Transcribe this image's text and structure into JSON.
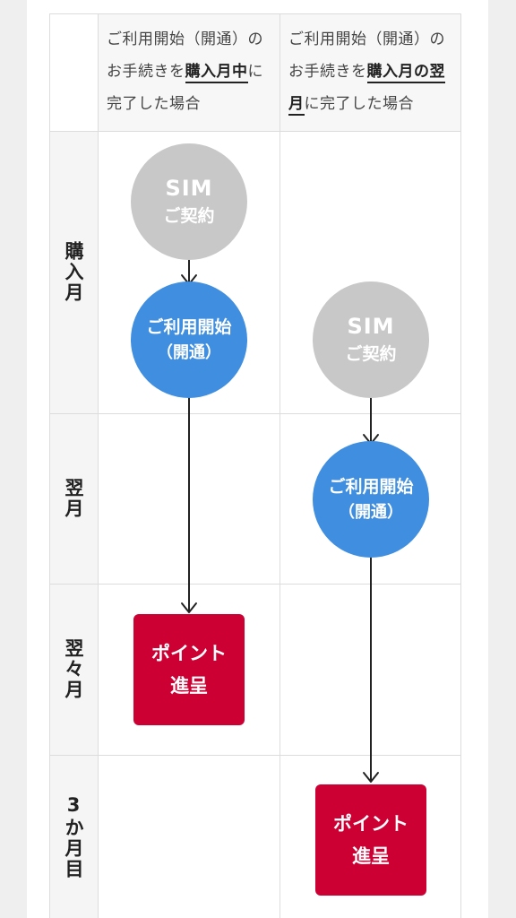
{
  "header": {
    "col1": {
      "pre": "ご利用開始（開通）のお手続きを",
      "em": "購入月中",
      "post": "に完了した場合"
    },
    "col2": {
      "pre": "ご利用開始（開通）のお手続きを",
      "em": "購入月の翌月",
      "post": "に完了した場合"
    }
  },
  "rows": [
    {
      "label": "購入月"
    },
    {
      "label": "翌月"
    },
    {
      "label": "翌々月"
    },
    {
      "label": "3か月目"
    }
  ],
  "nodes": {
    "sim_line1": "SIM",
    "sim_line2": "ご契約",
    "start_line1": "ご利用開始",
    "start_line2": "（開通）",
    "point_line1": "ポイント",
    "point_line2": "進呈"
  },
  "colors": {
    "sim": "#c8c8c8",
    "start": "#3f8ee0",
    "point": "#cc0033",
    "arrow": "#222222"
  }
}
